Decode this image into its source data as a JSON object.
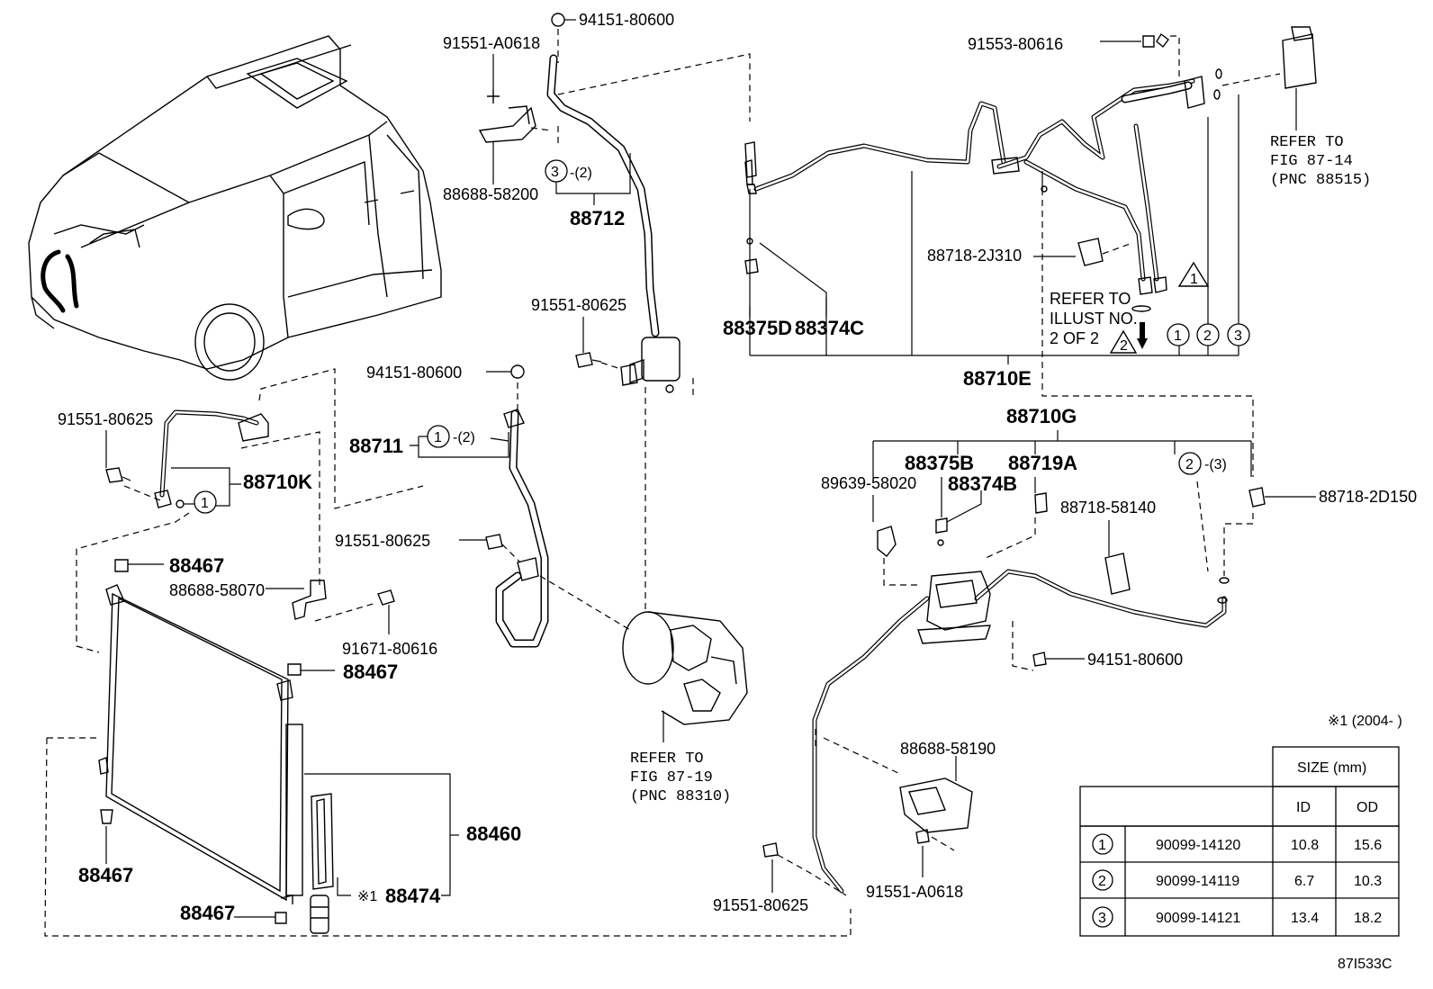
{
  "labels": {
    "p94151_80600_top": "94151-80600",
    "p91551_A0618_top": "91551-A0618",
    "p88688_58200": "88688-58200",
    "p88712": "88712",
    "p91551_80625_mid": "91551-80625",
    "p94151_80600_mid": "94151-80600",
    "p88711": "88711",
    "p91551_80625_left": "91551-80625",
    "p88710K": "88710K",
    "p91551_80625_lower": "91551-80625",
    "p88467_a": "88467",
    "p88688_58070": "88688-58070",
    "p91671_80616": "91671-80616",
    "p88467_b": "88467",
    "p88467_c": "88467",
    "p88467_d": "88467",
    "p88460": "88460",
    "p88474": "88474",
    "mark_x1_88474": "※1",
    "p91553_80616": "91553-80616",
    "p88718_2J310": "88718-2J310",
    "p88375D": "88375D",
    "p88374C": "88374C",
    "p88710E": "88710E",
    "p88710G": "88710G",
    "p88375B": "88375B",
    "p88719A": "88719A",
    "p89639_58020": "89639-58020",
    "p88374B": "88374B",
    "p88718_58140": "88718-58140",
    "p88718_2D150": "88718-2D150",
    "p94151_80600_right": "94151-80600",
    "p88688_58190": "88688-58190",
    "p91551_A0618_bottom": "91551-A0618",
    "p91551_80625_bottom": "91551-80625",
    "qty_2": "-(2)",
    "qty_2b": "-(2)",
    "qty_3": "-(3)",
    "note_x1": "※1 (2004-      )",
    "figure_id": "87I533C"
  },
  "refs": {
    "ref_top_1": "REFER TO",
    "ref_top_2": "FIG 87-14",
    "ref_top_3": "(PNC 88515)",
    "ref_comp_1": "REFER TO",
    "ref_comp_2": "FIG 87-19",
    "ref_comp_3": "(PNC 88310)",
    "ref_illust_1": "REFER TO",
    "ref_illust_2": "ILLUST NO.",
    "ref_illust_3": "2 OF 2"
  },
  "circle_nums": {
    "c1": "1",
    "c2": "2",
    "c3": "3"
  },
  "warning_marks": {
    "w1": "1",
    "w2": "2"
  },
  "oring_table": {
    "size_header": "SIZE (mm)",
    "col_id": "ID",
    "col_od": "OD",
    "rows": [
      {
        "no": "1",
        "part": "90099-14120",
        "id": "10.8",
        "od": "15.6"
      },
      {
        "no": "2",
        "part": "90099-14119",
        "id": "6.7",
        "od": "10.3"
      },
      {
        "no": "3",
        "part": "90099-14121",
        "id": "13.4",
        "od": "18.2"
      }
    ]
  }
}
